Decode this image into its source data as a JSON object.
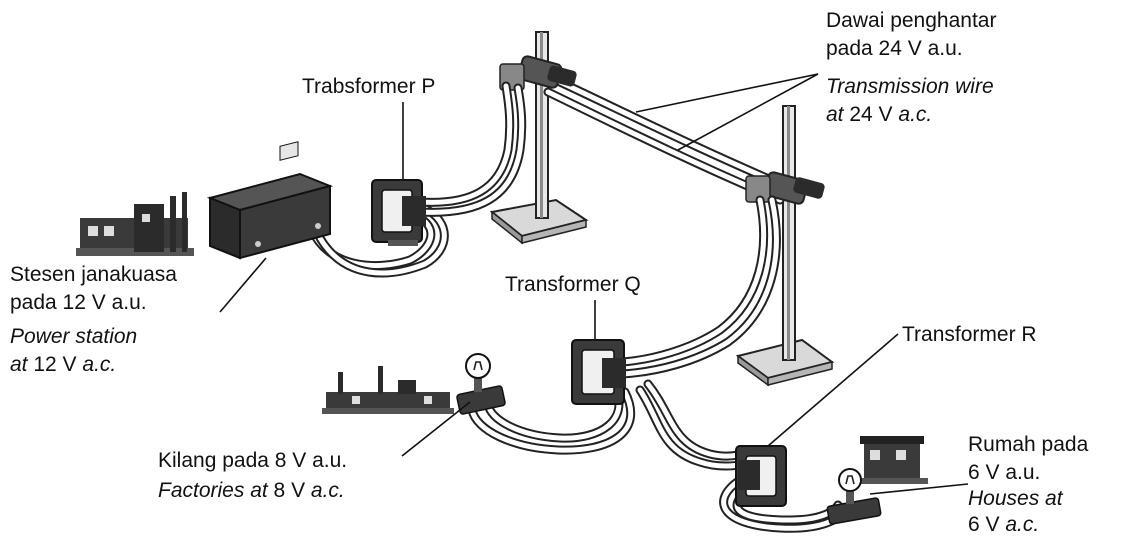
{
  "colors": {
    "line": "#222222",
    "device_fill": "#d6d6d6",
    "dark": "#2b2b2b",
    "box_fill": "#3a3a3a",
    "base_fill": "#d9d9d9"
  },
  "labels": {
    "transformer_p": "Trabsformer P",
    "transformer_q": "Transformer Q",
    "transformer_r": "Transformer R",
    "wire": {
      "line1": "Dawai penghantar",
      "line2": "pada 24 V a.u.",
      "line3": "Transmission wire",
      "line4_italic": "at",
      "line4_rest": " 24 V ",
      "line4_unit": "a.c."
    },
    "power": {
      "line1": "Stesen janakuasa",
      "line2": "pada 12 V a.u.",
      "line3": "Power station",
      "line4_italic": "at",
      "line4_rest": " 12 V ",
      "line4_unit": "a.c."
    },
    "factory": {
      "line1": "Kilang pada 8 V a.u.",
      "line2_italic": "Factories at",
      "line2_rest": " 8 V ",
      "line2_unit": "a.c."
    },
    "houses": {
      "line1": "Rumah pada",
      "line2": "6 V a.u.",
      "line3": "Houses at",
      "line4_rest": "6 V ",
      "line4_unit": "a.c."
    }
  }
}
